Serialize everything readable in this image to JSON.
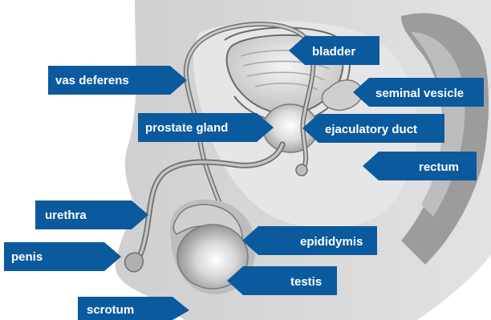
{
  "labels": {
    "bladder": "bladder",
    "vas_deferens": "vas deferens",
    "seminal_vesicle": "seminal vesicle",
    "prostate_gland": "prostate gland",
    "ejaculatory_duct": "ejaculatory duct",
    "rectum": "rectum",
    "urethra": "urethra",
    "epididymis": "epididymis",
    "penis": "penis",
    "testis": "testis",
    "scrotum": "scrotum"
  },
  "colors": {
    "label_fill": "#0b5a9e",
    "label_text": "#ffffff",
    "tissue_light": "#e3e3e3",
    "tissue_mid": "#c9c9c9",
    "tissue_dark": "#8f8f8f",
    "outline": "#5a5a5a"
  }
}
